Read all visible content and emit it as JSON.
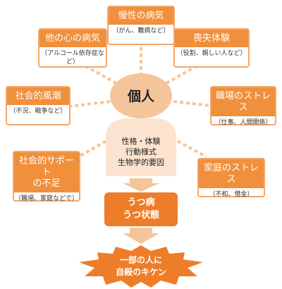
{
  "center": {
    "title": "個人",
    "body": "性格・体験\n行動様式\n生物学的要因"
  },
  "factors": [
    {
      "id": "chronic",
      "title": "慢性の病気",
      "sub": "（がん、難病など）"
    },
    {
      "id": "other-mental",
      "title": "他の心の病気",
      "sub": "（アルコール依存症など）"
    },
    {
      "id": "loss",
      "title": "喪失体験",
      "sub": "（役割、親しい人など）"
    },
    {
      "id": "social-trend",
      "title": "社会的風潮",
      "sub": "（不況、戦争など）"
    },
    {
      "id": "workplace",
      "title": "職場のストレス",
      "sub": "（仕事、人間関係）"
    },
    {
      "id": "support",
      "title": "社会的サポート\nの不足",
      "sub": "（職場、家庭などで）"
    },
    {
      "id": "family",
      "title": "家庭のストレス",
      "sub": "（不和、借金）"
    }
  ],
  "depression": "うつ病\nうつ状態",
  "risk": "一部の人に\n自殺のキケン",
  "colors": {
    "orange": "#f08f3c",
    "peach": "#f4c59a",
    "light": "#fbe3cf",
    "dark_orange": "#ee7d2a"
  }
}
